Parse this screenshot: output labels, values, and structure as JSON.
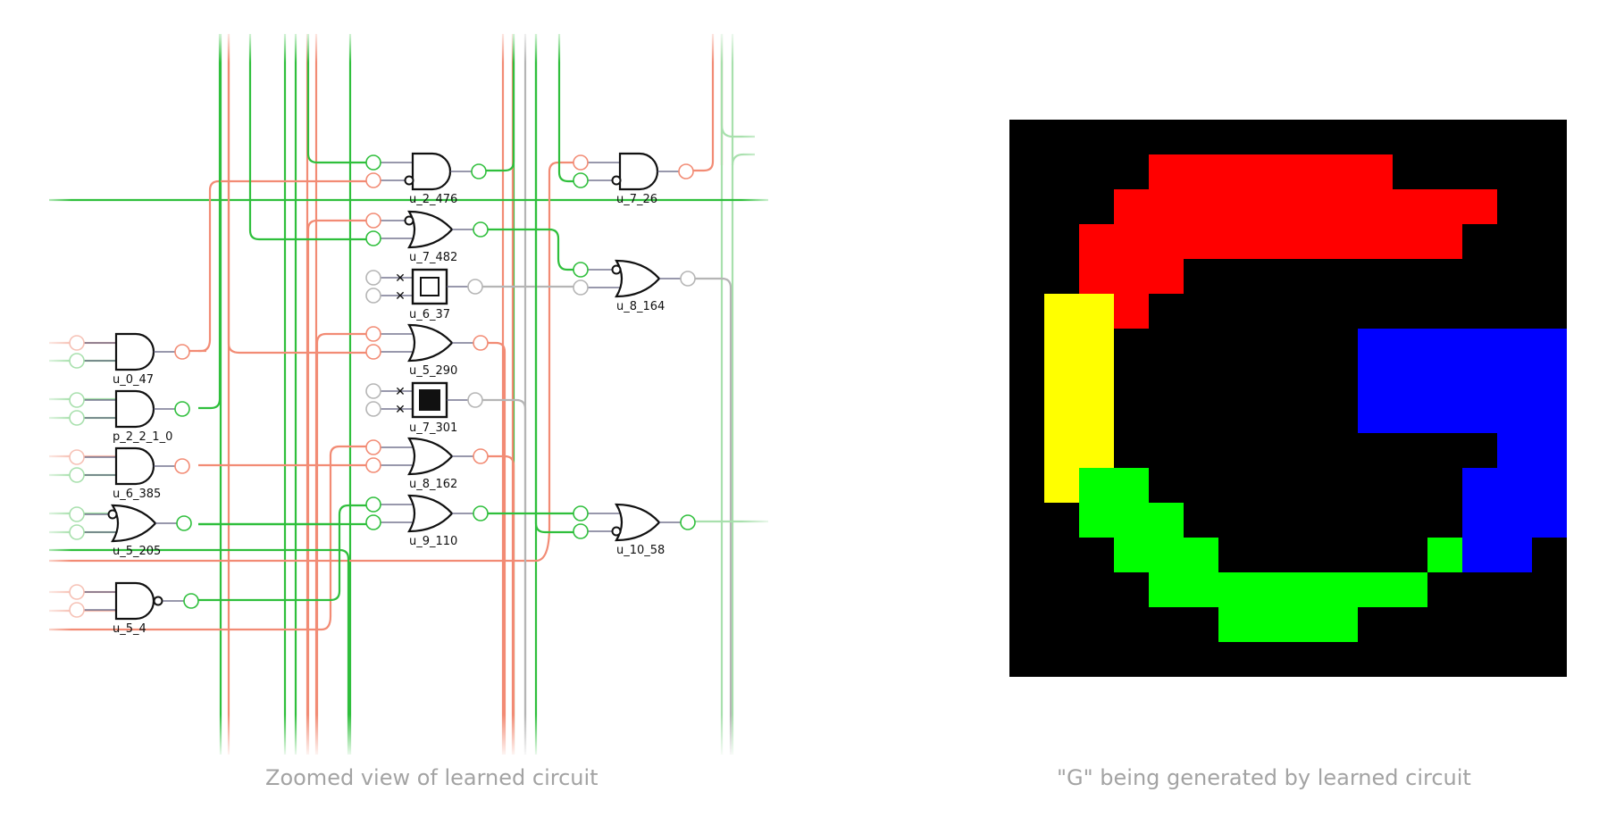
{
  "captions": {
    "left": "Zoomed view of learned circuit",
    "right": "\"G\" being generated by learned circuit"
  },
  "colors": {
    "wire_red": "#f28b74",
    "wire_green": "#2fbf3c",
    "wire_grey": "#b5b5b5",
    "faded_red": "#f6c1b5",
    "faded_green": "#a8e0ad",
    "pixel_black": "#000000",
    "pixel_red": "#ff0000",
    "pixel_yellow": "#ffff00",
    "pixel_green": "#00ff00",
    "pixel_blue": "#0000ff"
  },
  "gates": [
    {
      "id": "u_2_476",
      "type": "and",
      "label": "u_2_476"
    },
    {
      "id": "u_7_26",
      "type": "and",
      "label": "u_7_26"
    },
    {
      "id": "u_7_482",
      "type": "or",
      "label": "u_7_482"
    },
    {
      "id": "u_6_37",
      "type": "const-0",
      "label": "u_6_37"
    },
    {
      "id": "u_8_164",
      "type": "or",
      "label": "u_8_164"
    },
    {
      "id": "u_0_47",
      "type": "and",
      "label": "u_0_47"
    },
    {
      "id": "u_5_290",
      "type": "or",
      "label": "u_5_290"
    },
    {
      "id": "p_2_2_1_0",
      "type": "and",
      "label": "p_2_2_1_0"
    },
    {
      "id": "u_7_301",
      "type": "const-1",
      "label": "u_7_301"
    },
    {
      "id": "u_6_385",
      "type": "and",
      "label": "u_6_385"
    },
    {
      "id": "u_8_162",
      "type": "or",
      "label": "u_8_162"
    },
    {
      "id": "u_5_205",
      "type": "or",
      "label": "u_5_205"
    },
    {
      "id": "u_9_110",
      "type": "or",
      "label": "u_9_110"
    },
    {
      "id": "u_10_58",
      "type": "or",
      "label": "u_10_58"
    },
    {
      "id": "u_5_4",
      "type": "nand",
      "label": "u_5_4"
    }
  ],
  "pixel_grid": {
    "size": 16,
    "rows": [
      "................",
      "....RRRRRRR.....",
      "...RRRRRRRRRRR..",
      "..RRRRRRRRRRR...",
      "..RRR...........",
      ".YYR............",
      ".YY.......BBBBBB",
      ".YY.......BBBBBB",
      ".YY.......BBBBBB",
      ".YY...........BB",
      ".YGG.........BBB",
      "..GGG........BBB",
      "...GGG......GBB.",
      "....GGGGGGGG....",
      "......GGGG......",
      "................"
    ]
  }
}
